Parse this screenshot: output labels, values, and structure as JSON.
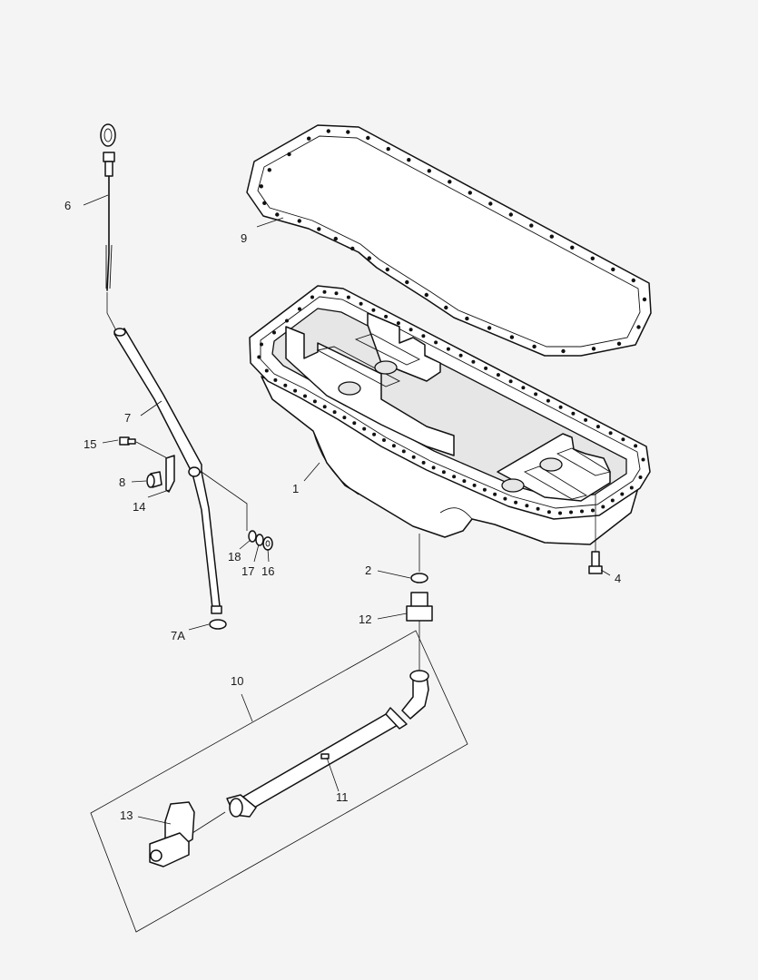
{
  "callouts": {
    "c1": "1",
    "c2": "2",
    "c4": "4",
    "c6": "6",
    "c7": "7",
    "c7a": "7A",
    "c8": "8",
    "c9": "9",
    "c10": "10",
    "c11": "11",
    "c12": "12",
    "c13": "13",
    "c14": "14",
    "c15": "15",
    "c16": "16",
    "c17": "17",
    "c18": "18"
  }
}
